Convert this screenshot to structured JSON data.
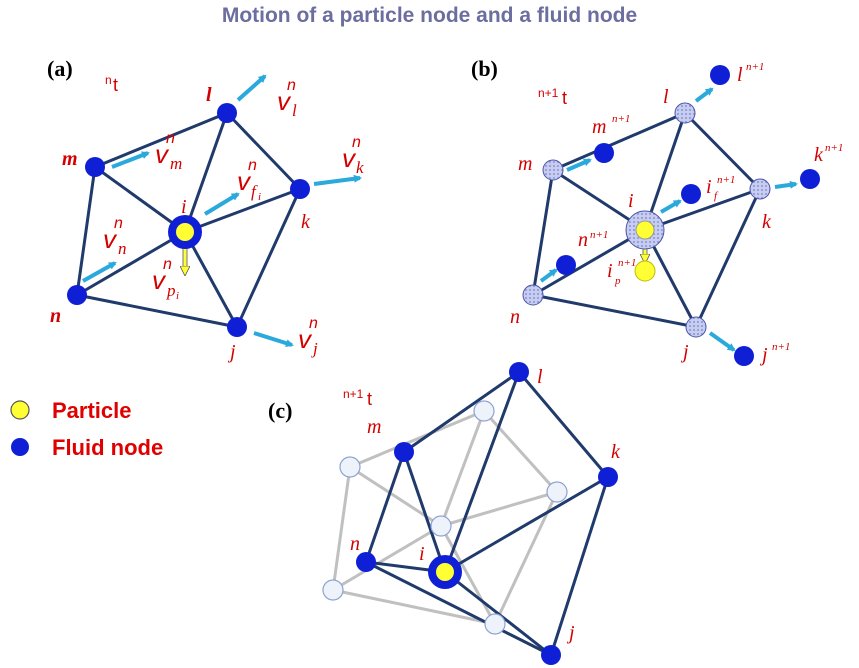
{
  "title": "Motion of a particle node and a fluid node",
  "colors": {
    "title": "#6b6e9e",
    "label": "#d40000",
    "fluid_node": "#0f1fd6",
    "particle": "#ffff33",
    "edge": "#1f3a6b",
    "old_edge": "#c0c0c0",
    "arrow": "#33c3ee",
    "hatched_node": "#bcc3ec"
  },
  "panels": {
    "a": {
      "label": "(a)",
      "time": {
        "sup": "n",
        "t": "t"
      },
      "nodes": {
        "l": "l",
        "m": "m",
        "n": "n",
        "i": "i",
        "k": "k",
        "j": "j"
      },
      "velocities": {
        "l": {
          "v": "v",
          "sup": "n",
          "sub": "l"
        },
        "m": {
          "v": "v",
          "sup": "n",
          "sub": "m"
        },
        "f": {
          "v": "v",
          "sup": "n",
          "sub": "f",
          "subsub": "i"
        },
        "k": {
          "v": "v",
          "sup": "n",
          "sub": "k"
        },
        "n": {
          "v": "v",
          "sup": "n",
          "sub": "n"
        },
        "p": {
          "v": "v",
          "sup": "n",
          "sub": "p",
          "subsub": "i"
        },
        "j": {
          "v": "v",
          "sup": "n",
          "sub": "j"
        }
      }
    },
    "b": {
      "label": "(b)",
      "time": {
        "sup": "n+1",
        "t": "t"
      },
      "nodes": {
        "l": "l",
        "m": "m",
        "n": "n",
        "i": "i",
        "k": "k",
        "j": "j"
      },
      "new_nodes": {
        "l": {
          "name": "l",
          "sup": "n+1"
        },
        "m": {
          "name": "m",
          "sup": "n+1"
        },
        "n": {
          "name": "n",
          "sup": "n+1"
        },
        "k": {
          "name": "k",
          "sup": "n+1"
        },
        "j": {
          "name": "j",
          "sup": "n+1"
        },
        "i_f": {
          "name": "i",
          "sub": "f",
          "sup": "n+1"
        },
        "i_p": {
          "name": "i",
          "sub": "p",
          "sup": "n+1"
        }
      }
    },
    "c": {
      "label": "(c)",
      "time": {
        "sup": "n+1",
        "t": "t"
      },
      "nodes": {
        "l": "l",
        "m": "m",
        "n": "n",
        "i": "i",
        "k": "k",
        "j": "j"
      }
    }
  },
  "legend": [
    {
      "label": "Particle",
      "icon": "particle-circle"
    },
    {
      "label": "Fluid node",
      "icon": "fluid-node-circle"
    }
  ]
}
